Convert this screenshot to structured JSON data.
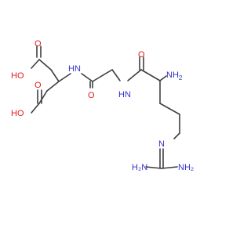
{
  "colors": {
    "bond": "#3f3f3f",
    "oxygen": "#e41a1c",
    "nitrogen": "#3333cc",
    "background": "#ffffff"
  },
  "atoms": {
    "o_acid1_carbonyl": "O",
    "o_acid1_hydroxyl": "HO",
    "o_acid2_carbonyl": "O",
    "o_acid2_hydroxyl": "HO",
    "n_amide1": "HN",
    "o_amide1": "O",
    "n_amide2": "HN",
    "o_amide2": "O",
    "n_amine": "NH",
    "n_amine_h2": "2",
    "n_guan": "N",
    "n_guan_left": "H₂N",
    "n_guan_right": "NH₂"
  }
}
